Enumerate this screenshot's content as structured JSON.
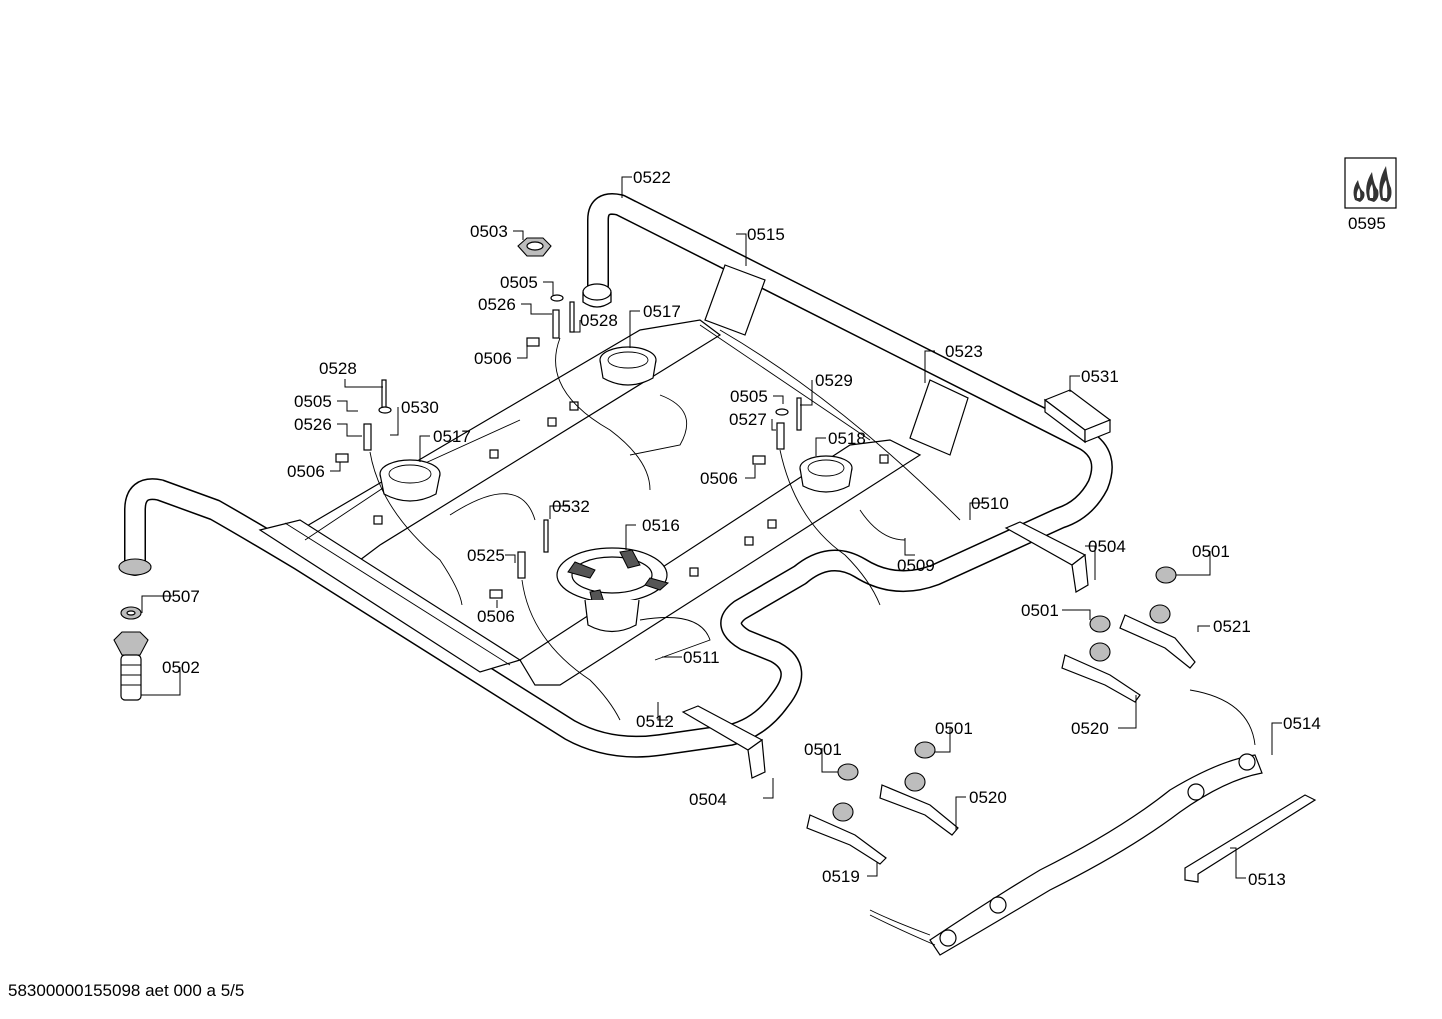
{
  "footer": {
    "document_id": "58300000155098 aet 000 a 5/5"
  },
  "legend_icon": {
    "label": "0595",
    "icon": "gas-flames-icon"
  },
  "callouts": [
    {
      "id": "c0522",
      "text": "0522"
    },
    {
      "id": "c0503",
      "text": "0503"
    },
    {
      "id": "c0515",
      "text": "0515"
    },
    {
      "id": "c0505a",
      "text": "0505"
    },
    {
      "id": "c0526a",
      "text": "0526"
    },
    {
      "id": "c0528a",
      "text": "0528"
    },
    {
      "id": "c0517a",
      "text": "0517"
    },
    {
      "id": "c0506a",
      "text": "0506"
    },
    {
      "id": "c0523",
      "text": "0523"
    },
    {
      "id": "c0531",
      "text": "0531"
    },
    {
      "id": "c0528b",
      "text": "0528"
    },
    {
      "id": "c0505b",
      "text": "0505"
    },
    {
      "id": "c0530",
      "text": "0530"
    },
    {
      "id": "c0526b",
      "text": "0526"
    },
    {
      "id": "c0517b",
      "text": "0517"
    },
    {
      "id": "c0506b",
      "text": "0506"
    },
    {
      "id": "c0505c",
      "text": "0505"
    },
    {
      "id": "c0529",
      "text": "0529"
    },
    {
      "id": "c0527",
      "text": "0527"
    },
    {
      "id": "c0518",
      "text": "0518"
    },
    {
      "id": "c0506c",
      "text": "0506"
    },
    {
      "id": "c0510",
      "text": "0510"
    },
    {
      "id": "c0532",
      "text": "0532"
    },
    {
      "id": "c0516",
      "text": "0516"
    },
    {
      "id": "c0525",
      "text": "0525"
    },
    {
      "id": "c0506d",
      "text": "0506"
    },
    {
      "id": "c0509",
      "text": "0509"
    },
    {
      "id": "c0504a",
      "text": "0504"
    },
    {
      "id": "c0501a",
      "text": "0501"
    },
    {
      "id": "c0507",
      "text": "0507"
    },
    {
      "id": "c0501b",
      "text": "0501"
    },
    {
      "id": "c0521",
      "text": "0521"
    },
    {
      "id": "c0502",
      "text": "0502"
    },
    {
      "id": "c0511",
      "text": "0511"
    },
    {
      "id": "c0512",
      "text": "0512"
    },
    {
      "id": "c0520a",
      "text": "0520"
    },
    {
      "id": "c0514",
      "text": "0514"
    },
    {
      "id": "c0501c",
      "text": "0501"
    },
    {
      "id": "c0501d",
      "text": "0501"
    },
    {
      "id": "c0504b",
      "text": "0504"
    },
    {
      "id": "c0520b",
      "text": "0520"
    },
    {
      "id": "c0519",
      "text": "0519"
    },
    {
      "id": "c0513",
      "text": "0513"
    }
  ]
}
